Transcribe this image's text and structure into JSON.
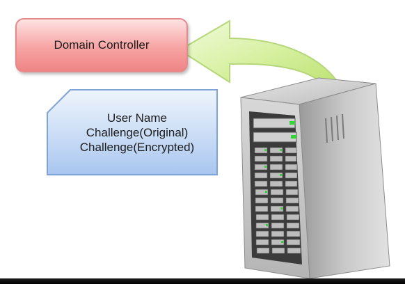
{
  "domain_controller": {
    "label": "Domain Controller"
  },
  "message": {
    "lines": [
      "User Name",
      "Challenge(Original)",
      "Challenge(Encrypted)"
    ]
  },
  "icons": {
    "arrow": "curved-arrow-icon",
    "server": "server-tower-icon"
  },
  "colors": {
    "controller_fill": "#f7a3a3",
    "message_fill": "#c6daf5",
    "arrow_fill": "#d6f0a0",
    "led_green": "#35d43a"
  }
}
